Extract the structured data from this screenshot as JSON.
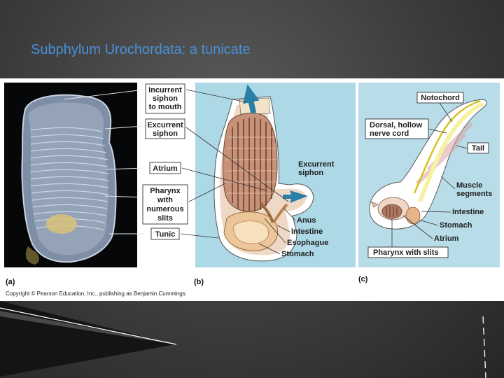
{
  "slide": {
    "title": "Subphylum Urochordata:  a tunicate"
  },
  "figure": {
    "panel_a": {
      "letter": "(a)",
      "labels": {
        "incurrent": [
          "Incurrent",
          "siphon",
          "to mouth"
        ],
        "excurrent": [
          "Excurrent",
          "siphon"
        ],
        "atrium": "Atrium",
        "pharynx": [
          "Pharynx",
          "with",
          "numerous",
          "slits"
        ],
        "tunic": "Tunic"
      }
    },
    "panel_b": {
      "letter": "(b)",
      "labels": {
        "excurrent": [
          "Excurrent",
          "siphon"
        ],
        "anus": "Anus",
        "intestine": "Intestine",
        "esophagus": "Esophague",
        "stomach": "Stomach"
      }
    },
    "panel_c": {
      "letter": "(c)",
      "labels": {
        "notochord": "Notochord",
        "nerve_cord": [
          "Dorsal, hollow",
          "nerve cord"
        ],
        "tail": "Tail",
        "muscle": [
          "Muscle",
          "segments"
        ],
        "intestine": "Intestine",
        "stomach": "Stomach",
        "atrium": "Atrium",
        "pharynx": "Pharynx with slits"
      }
    },
    "copyright": "Copyright © Pearson Education, Inc., publishing as Benjamin Cummings."
  },
  "colors": {
    "title": "#4a90d9",
    "panel_b_bg": "#add8e6",
    "panel_c_bg": "#b9dde8"
  }
}
